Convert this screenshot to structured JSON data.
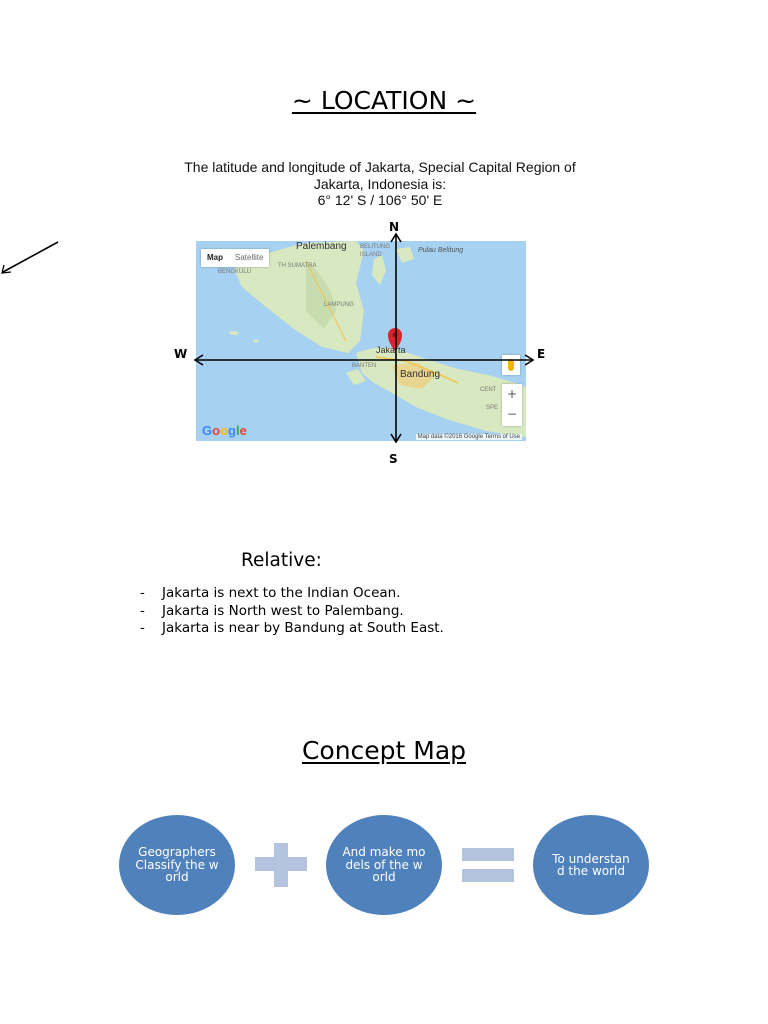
{
  "title": "~ LOCATION ~",
  "caption": {
    "line1": "The latitude and longitude of Jakarta, Special Capital Region of",
    "line2": "Jakarta, Indonesia is:",
    "line3": "6° 12' S / 106° 50' E"
  },
  "map": {
    "tab_map": "Map",
    "tab_satellite": "Satellite",
    "labels": {
      "palembang": "Palembang",
      "belitung": "BELITUNG ISLAND",
      "pulau_belitung": "Pulau Belitung",
      "bengkulu": "BENGKULU",
      "sumatra": "TH SUMATRA",
      "lampung": "LAMPUNG",
      "jakarta": "Jakarta",
      "banten": "BANTEN",
      "bandung": "Bandung",
      "central": "CENT",
      "special": "SPE"
    },
    "zoom_in": "+",
    "zoom_out": "−",
    "logo": "Google",
    "attribution": "Map data ©2016 Google   Terms of Use",
    "colors": {
      "water": "#a7d1f0",
      "land": "#d8e8c0",
      "marker": "#d9252b"
    }
  },
  "compass": {
    "north": "N",
    "south": "S",
    "east": "E",
    "west": "W"
  },
  "relative": {
    "heading": "Relative:",
    "items": [
      "Jakarta is next to the Indian Ocean.",
      "Jakarta is North west to Palembang.",
      "Jakarta is near by Bandung at South East."
    ]
  },
  "concept_map": {
    "title": "Concept Map",
    "nodes": [
      "Geographers Classify the world",
      "And make models of the world",
      "To understand the world"
    ],
    "node_color": "#4f81bd",
    "operator_color": "#b4c3de"
  }
}
